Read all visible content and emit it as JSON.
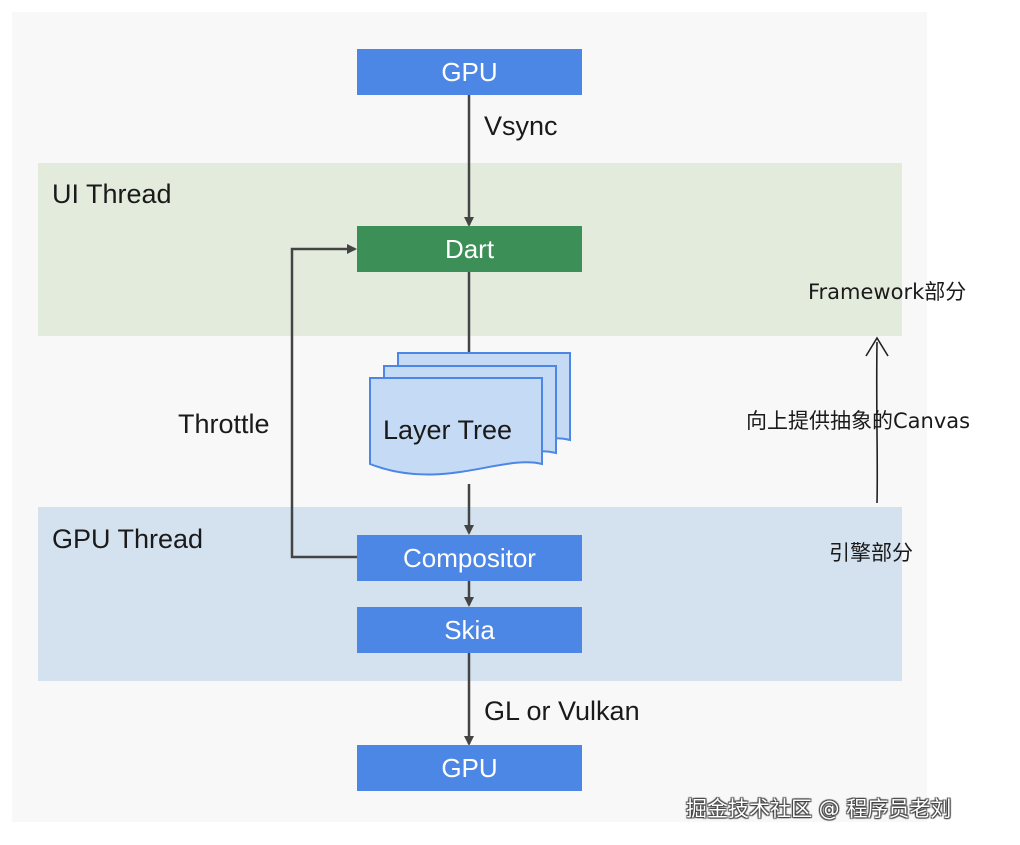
{
  "bands": {
    "ui_thread_label": "UI Thread",
    "gpu_thread_label": "GPU Thread"
  },
  "boxes": {
    "gpu_top": "GPU",
    "dart": "Dart",
    "compositor": "Compositor",
    "skia": "Skia",
    "gpu_bottom": "GPU"
  },
  "layer_tree_label": "Layer Tree",
  "edge_labels": {
    "vsync": "Vsync",
    "throttle": "Throttle",
    "gl_or_vulkan": "GL or Vulkan"
  },
  "annotations": {
    "framework_part": "Framework部分",
    "provide_canvas": "向上提供抽象的Canvas",
    "engine_part": "引擎部分"
  },
  "watermark": "掘金技术社区 @ 程序员老刘",
  "colors": {
    "box_blue": "#4d87e5",
    "box_green": "#3d8f58",
    "ui_band": "#e3ecdc",
    "gpu_band": "#d4e1ef",
    "layer_tree_fill": "#c5daf4",
    "layer_tree_stroke": "#4d87e5"
  }
}
